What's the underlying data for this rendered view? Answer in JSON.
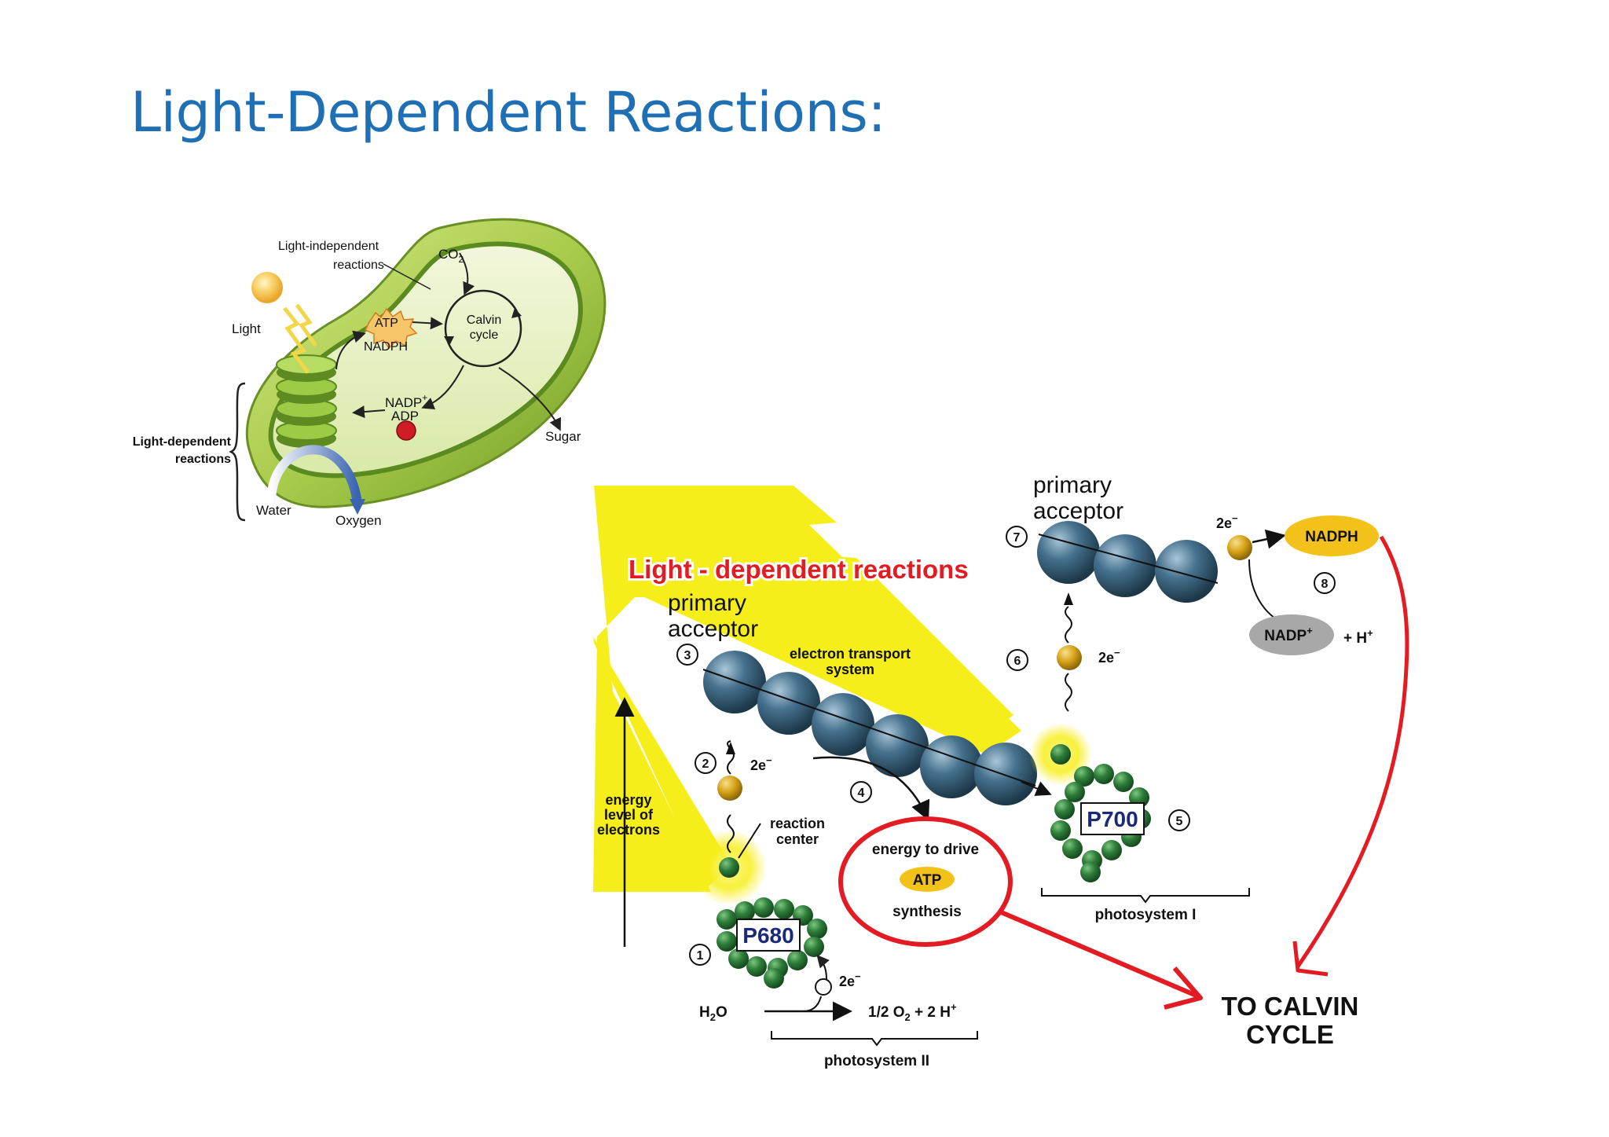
{
  "slide": {
    "title": "Light-Dependent Reactions:"
  },
  "chloroplast": {
    "light_independent_line1": "Light-independent",
    "light_independent_line2": "reactions",
    "co2": "CO",
    "co2_sub": "2",
    "light": "Light",
    "atp": "ATP",
    "nadph": "NADPH",
    "calvin_line1": "Calvin",
    "calvin_line2": "cycle",
    "nadp": "NADP",
    "nadp_sup": "+",
    "adp": "ADP",
    "sugar": "Sugar",
    "light_dependent_line1": "Light-dependent",
    "light_dependent_line2": "reactions",
    "water": "Water",
    "oxygen": "Oxygen"
  },
  "scheme": {
    "banner": "Light - dependent reactions",
    "primary_acceptor_line1": "primary",
    "primary_acceptor_line2": "acceptor",
    "primary_acceptor2_line1": "primary",
    "primary_acceptor2_line2": "acceptor",
    "ets_line1": "electron transport",
    "ets_line2": "system",
    "energy_line1": "energy",
    "energy_line2": "level of",
    "energy_line3": "electrons",
    "reaction_center_line1": "reaction",
    "reaction_center_line2": "center",
    "energy_drive": "energy to drive",
    "atp": "ATP",
    "synthesis": "synthesis",
    "p680": "P680",
    "p700": "P700",
    "two_e": "2e",
    "minus": "−",
    "h2o": "H",
    "h2o_sub": "2",
    "h2o_end": "O",
    "half_o2": "1/2 O",
    "half_o2_sub": "2",
    "half_o2_end": " + 2 H",
    "plus": "+",
    "photosystem2": "photosystem II",
    "photosystem1": "photosystem I",
    "nadph": "NADPH",
    "nadp": "NADP",
    "h_plus": "+ H",
    "calvin_line1": "TO CALVIN",
    "calvin_line2": "CYCLE",
    "steps": [
      "1",
      "2",
      "3",
      "4",
      "5",
      "6",
      "7",
      "8"
    ]
  },
  "colors": {
    "title": "#1f6fb5",
    "highlight_red": "#e31b23",
    "ray_yellow": "#f6ee1a",
    "carrier_blue": "#3d6a86",
    "pigment_green": "#2e7d3a",
    "electron_gold": "#d4a017",
    "atp_yellow": "#f2c21b"
  }
}
